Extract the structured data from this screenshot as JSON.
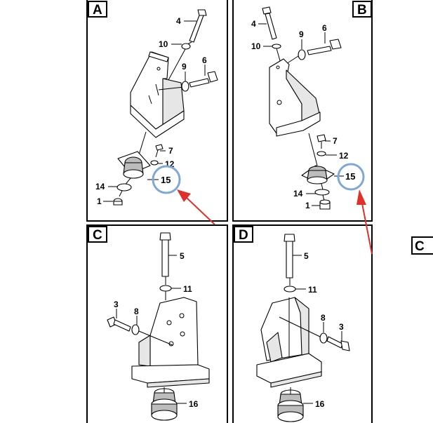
{
  "panels": [
    {
      "letter": "A"
    },
    {
      "letter": "B"
    },
    {
      "letter": "C"
    },
    {
      "letter": "D"
    }
  ],
  "stray_letter": "C",
  "parts": {
    "A": [
      "4",
      "10",
      "9",
      "6",
      "7",
      "12",
      "14",
      "15",
      "1"
    ],
    "B": [
      "4",
      "10",
      "9",
      "6",
      "7",
      "12",
      "15",
      "14",
      "1"
    ],
    "C": [
      "5",
      "11",
      "3",
      "8",
      "16"
    ],
    "D": [
      "5",
      "11",
      "8",
      "3",
      "16"
    ]
  },
  "highlight": {
    "circle_color": "#7fa8d8",
    "arrow_color": "#e0302a"
  }
}
